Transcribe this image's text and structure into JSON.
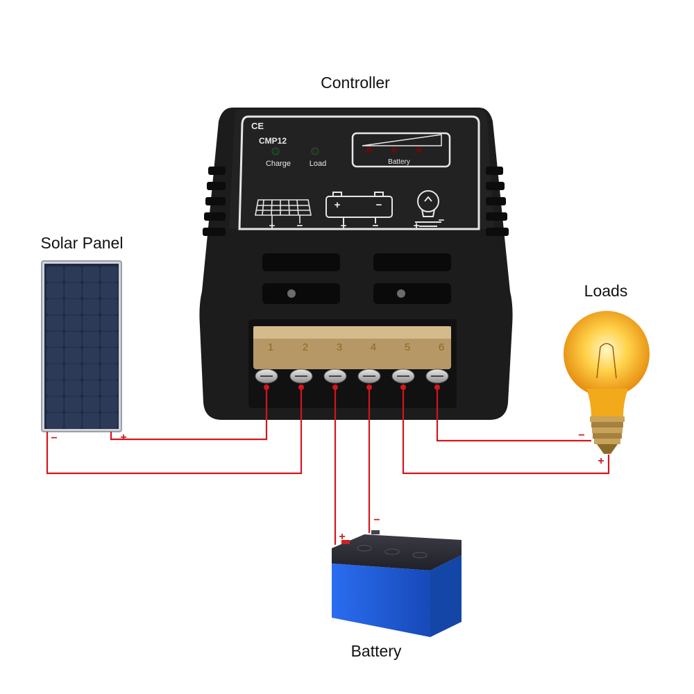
{
  "labels": {
    "controller": "Controller",
    "solar_panel": "Solar Panel",
    "loads": "Loads",
    "battery": "Battery"
  },
  "controller": {
    "mark": "CE",
    "model": "CMP12",
    "led_charge": "Charge",
    "led_load": "Load",
    "led_battery": "Battery",
    "terminals": [
      "1",
      "2",
      "3",
      "4",
      "5",
      "6"
    ],
    "icon_polarity": {
      "solar_plus": "+",
      "solar_minus": "−",
      "battery_plus": "+",
      "battery_minus": "−",
      "load_plus": "+",
      "load_minus": "−"
    },
    "battery_icon_plus": "+",
    "battery_icon_minus": "−"
  },
  "polarity": {
    "solar_minus": "−",
    "solar_plus": "+",
    "battery_plus": "+",
    "battery_minus": "−",
    "load_minus": "−",
    "load_plus": "+"
  },
  "colors": {
    "wire": "#d4151b",
    "controller_body": "#1c1c1c",
    "panel_cell": "#2d3a57",
    "battery_blue": "#1f5fd6",
    "bulb": "#f6b21a"
  }
}
